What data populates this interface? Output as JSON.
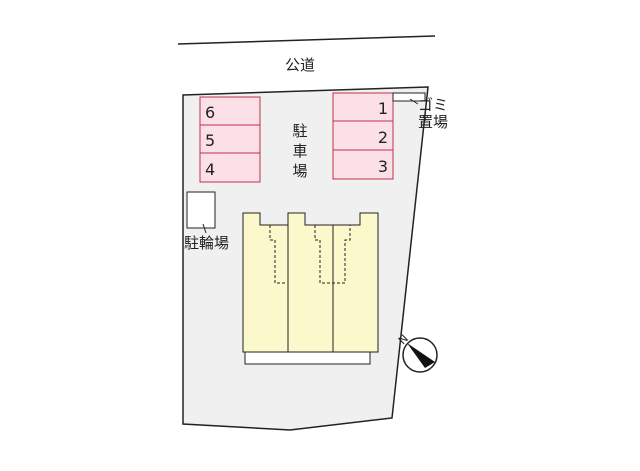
{
  "road_label": "公道",
  "parking_label": [
    "駐",
    "車",
    "場"
  ],
  "bike_label": "駐輪場",
  "garbage_label": [
    "ゴミ",
    "置場"
  ],
  "parking_slots_left": [
    "6",
    "5",
    "4"
  ],
  "parking_slots_right": [
    "1",
    "2",
    "3"
  ],
  "colors": {
    "lot": "#f0f0f0",
    "parking": "#fbe0e8",
    "parking_border": "#c0304a",
    "building": "#fbf8cc"
  },
  "compass": "north-arrow-icon"
}
